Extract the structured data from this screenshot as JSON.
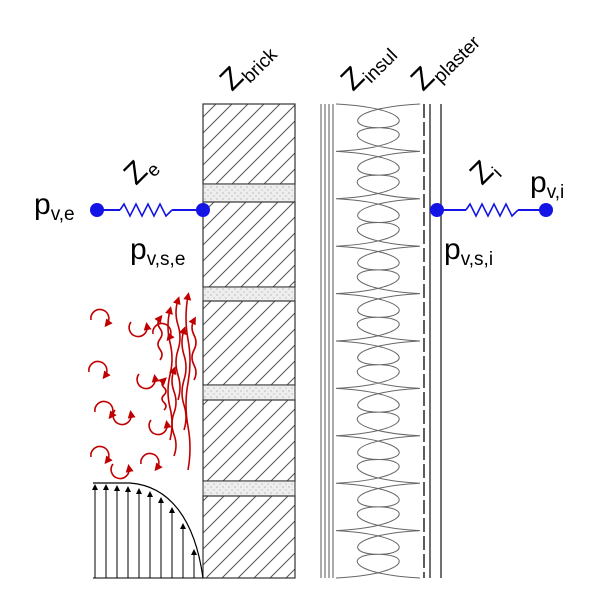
{
  "labels": {
    "z_brick": {
      "main": "Z",
      "sub": "brick"
    },
    "z_insul": {
      "main": "Z",
      "sub": "insul"
    },
    "z_plaster": {
      "main": "Z",
      "sub": "plaster"
    },
    "z_e": {
      "main": "Z",
      "sub": "e"
    },
    "z_i": {
      "main": "Z",
      "sub": "i"
    },
    "p_ve": {
      "main": "p",
      "sub": "v,e"
    },
    "p_vse": {
      "main": "p",
      "sub": "v,s,e"
    },
    "p_vsi": {
      "main": "p",
      "sub": "v,s,i"
    },
    "p_vi": {
      "main": "p",
      "sub": "v,i"
    }
  },
  "colors": {
    "node": "#1414e6",
    "resistor": "#1414e6",
    "turbulence": "#c00000",
    "lines": "#000000",
    "mortar": "#e6e6e6"
  },
  "icons": {
    "resistor": "zigzag-resistor-icon",
    "node": "filled-circle-node-icon",
    "turbulence": "curved-arrow-icon",
    "velocity_profile": "up-arrow-icon"
  }
}
